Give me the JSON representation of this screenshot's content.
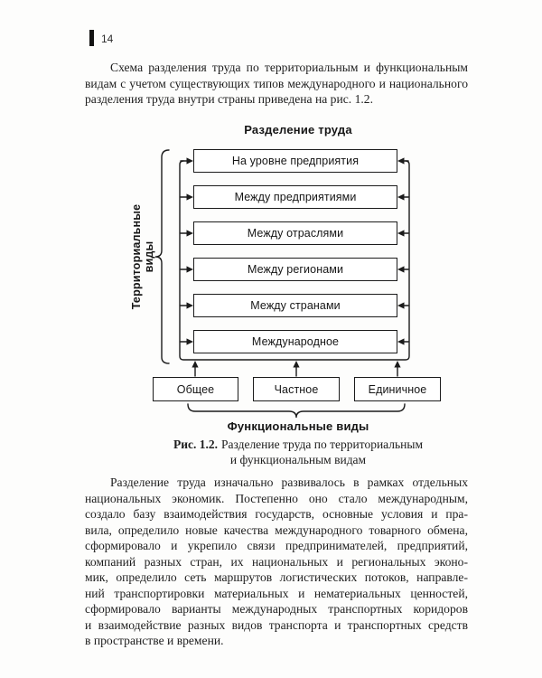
{
  "page": {
    "number": "14",
    "intro_lines": [
      "Схема разделения труда по территориальным и функциональным",
      "видам с учетом существующих типов международного и национального",
      "разделения труда внутри страны приведена на рис. 1.2."
    ],
    "body_lines": [
      "Разделение труда изначально развивалось в рамках отдельных",
      "национальных экономик. Постепенно оно стало международным,",
      "создало базу взаимодействия государств, основные условия и пра-",
      "вила, определило новые качества международного товарного обмена,",
      "сформировало и укрепило связи предпринимателей, предприятий,",
      "компаний разных стран, их национальных и региональных эконо-",
      "мик, определило сеть маршрутов логистических потоков, направле-",
      "ний транспортировки материальных и нематериальных ценностей,",
      "сформировало варианты международных транспортных коридоров",
      "и взаимодействие разных видов транспорта и транспортных средств",
      "в пространстве и времени."
    ]
  },
  "figure": {
    "title": "Разделение труда",
    "territorial_label": "Территориальные виды",
    "functional_label": "Функциональные виды",
    "territorial_items": [
      "На уровне предприятия",
      "Между предприятиями",
      "Между отраслями",
      "Между регионами",
      "Между странами",
      "Международное"
    ],
    "functional_items": [
      "Общее",
      "Частное",
      "Единичное"
    ],
    "caption": {
      "prefix": "Рис. 1.2.",
      "line1": "Разделение труда по территориальным",
      "line2": "и функциональным видам"
    }
  },
  "colors": {
    "ink": "#1b1b1b",
    "paper": "#fdfdfc"
  }
}
